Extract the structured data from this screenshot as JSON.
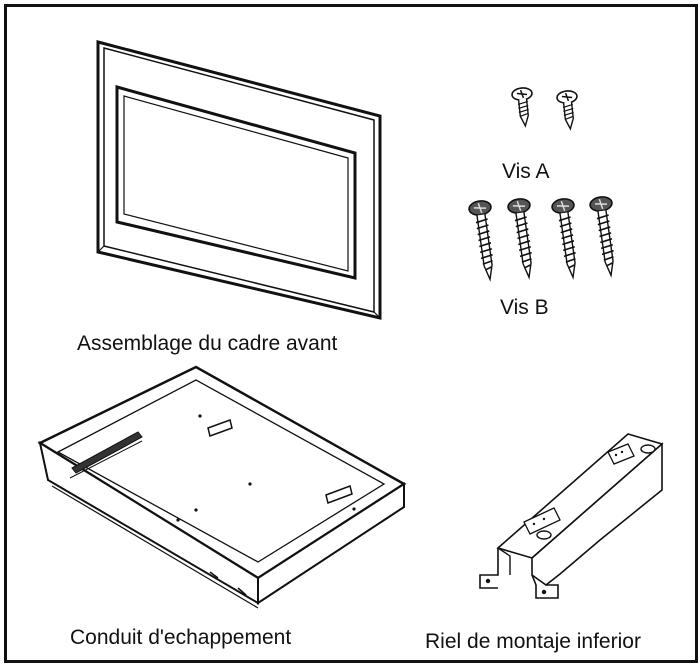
{
  "parts": {
    "front_frame": {
      "label": "Assemblage du cadre avant",
      "icon": "frame-panel-icon"
    },
    "screws_a": {
      "label": "Vis A",
      "icon": "short-screw-icon"
    },
    "screws_b": {
      "label": "Vis B",
      "icon": "long-screw-icon"
    },
    "exhaust_duct": {
      "label": "Conduit d'echappement",
      "icon": "exhaust-tray-icon"
    },
    "mounting_rail": {
      "label": "Riel de montaje inferior",
      "icon": "bottom-rail-icon"
    }
  },
  "colors": {
    "line": "#111111",
    "paper": "#ffffff",
    "shade": "#555555"
  }
}
